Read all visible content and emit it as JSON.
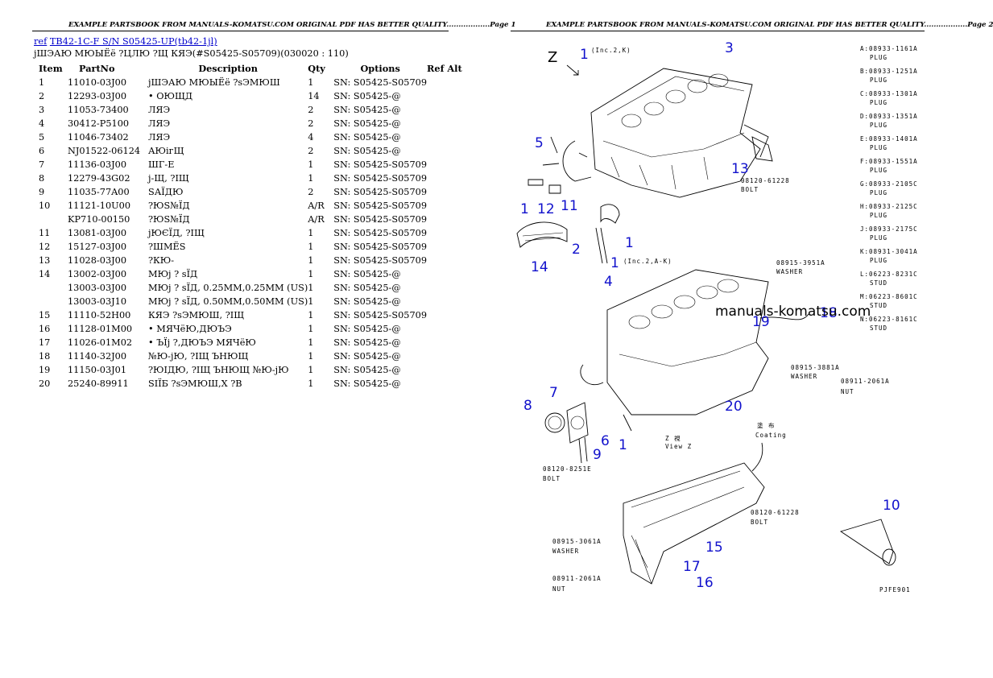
{
  "page1_header": "EXAMPLE PARTSBOOK FROM MANUALS-KOMATSU.COM ORIGINAL PDF HAS BETTER QUALITY..................Page 1",
  "page2_header": "EXAMPLE PARTSBOOK FROM MANUALS-KOMATSU.COM ORIGINAL PDF HAS BETTER QUALITY..................Page 2",
  "ref": {
    "prefix": "ref",
    "link": "TB42-1C-F S/N S05425-UP(tb42-1jl)"
  },
  "subtitle": "јШЭАЮ МЮЫЁё ?ЦЛЮ ?Щ КЯЭ(#S05425-S05709)(030020 : 110)",
  "columns": {
    "item": "Item",
    "partno": "PartNo",
    "description": "Description",
    "qty": "Qty",
    "options": "Options",
    "refalt": "Ref Alt"
  },
  "rows": [
    {
      "item": "1",
      "partno": "11010-03J00",
      "description": "јШЭАЮ МЮЫЁё ?sЭМЮШ",
      "qty": "1",
      "options": "SN: S05425-S05709"
    },
    {
      "item": "2",
      "partno": "12293-03J00",
      "description": "• ОЮЩД",
      "qty": "14",
      "options": "SN: S05425-@"
    },
    {
      "item": "3",
      "partno": "11053-73400",
      "description": "ЛЯЭ",
      "qty": "2",
      "options": "SN: S05425-@"
    },
    {
      "item": "4",
      "partno": "30412-P5100",
      "description": "ЛЯЭ",
      "qty": "2",
      "options": "SN: S05425-@"
    },
    {
      "item": "5",
      "partno": "11046-73402",
      "description": "ЛЯЭ",
      "qty": "4",
      "options": "SN: S05425-@"
    },
    {
      "item": "6",
      "partno": "NJ01522-06124",
      "description": "АЮiгЩ",
      "qty": "2",
      "options": "SN: S05425-@"
    },
    {
      "item": "7",
      "partno": "11136-03J00",
      "description": "ШГ-Е",
      "qty": "1",
      "options": "SN: S05425-S05709"
    },
    {
      "item": "8",
      "partno": "12279-43G02",
      "description": "ј-Щ, ?IЩ",
      "qty": "1",
      "options": "SN: S05425-S05709"
    },
    {
      "item": "9",
      "partno": "11035-77A00",
      "description": "SАЇДЮ",
      "qty": "2",
      "options": "SN: S05425-S05709"
    },
    {
      "item": "10",
      "partno": "11121-10U00",
      "description": "?ЮS№ЇД",
      "qty": "A/R",
      "options": "SN: S05425-S05709"
    },
    {
      "item": "",
      "partno": "KP710-00150",
      "description": "?ЮS№ЇД",
      "qty": "A/R",
      "options": "SN: S05425-S05709"
    },
    {
      "item": "11",
      "partno": "13081-03J00",
      "description": "јЮЄЇД, ?IЩ",
      "qty": "1",
      "options": "SN: S05425-S05709"
    },
    {
      "item": "12",
      "partno": "15127-03J00",
      "description": "?ШМЁS",
      "qty": "1",
      "options": "SN: S05425-S05709"
    },
    {
      "item": "13",
      "partno": "11028-03J00",
      "description": "?КЮ-",
      "qty": "1",
      "options": "SN: S05425-S05709"
    },
    {
      "item": "14",
      "partno": "13002-03J00",
      "description": "МЮj ? sЇД",
      "qty": "1",
      "options": "SN: S05425-@"
    },
    {
      "item": "",
      "partno": "13003-03J00",
      "description": "МЮj ? sЇД, 0.25MM,0.25MM (US)",
      "qty": "1",
      "options": "SN: S05425-@"
    },
    {
      "item": "",
      "partno": "13003-03J10",
      "description": "МЮj ? sЇД, 0.50MM,0.50MM (US)",
      "qty": "1",
      "options": "SN: S05425-@"
    },
    {
      "item": "15",
      "partno": "11110-52H00",
      "description": "КЯЭ ?sЭМЮШ, ?IЩ",
      "qty": "1",
      "options": "SN: S05425-S05709"
    },
    {
      "item": "16",
      "partno": "11128-01M00",
      "description": "• МЯЧёЮ,ДЮЪЭ",
      "qty": "1",
      "options": "SN: S05425-@"
    },
    {
      "item": "17",
      "partno": "11026-01M02",
      "description": "• ЪЇj ?,ДЮЪЭ МЯЧёЮ",
      "qty": "1",
      "options": "SN: S05425-@"
    },
    {
      "item": "18",
      "partno": "11140-32J00",
      "description": "№Ю-jЮ, ?IЩ ЪНЮЩ",
      "qty": "1",
      "options": "SN: S05425-@"
    },
    {
      "item": "19",
      "partno": "11150-03J01",
      "description": "?ЮIДЮ, ?IЩ ЪНЮЩ №Ю-jЮ",
      "qty": "1",
      "options": "SN: S05425-@"
    },
    {
      "item": "20",
      "partno": "25240-89911",
      "description": "SIЇБ ?sЭМЮШ,Х ?В",
      "qty": "1",
      "options": "SN: S05425-@"
    }
  ],
  "diagram": {
    "watermark": "manuals-komatsu.com",
    "callouts": [
      "1",
      "3",
      "5",
      "13",
      "1",
      "12",
      "11",
      "2",
      "1",
      "14",
      "1",
      "4",
      "19",
      "18",
      "8",
      "7",
      "6",
      "9",
      "1",
      "20",
      "10",
      "15",
      "17",
      "16"
    ],
    "legend": [
      {
        "code": "A:08933-1161A",
        "name": "PLUG"
      },
      {
        "code": "B:08933-1251A",
        "name": "PLUG"
      },
      {
        "code": "C:08933-1301A",
        "name": "PLUG"
      },
      {
        "code": "D:08933-1351A",
        "name": "PLUG"
      },
      {
        "code": "E:08933-1401A",
        "name": "PLUG"
      },
      {
        "code": "F:08933-1551A",
        "name": "PLUG"
      },
      {
        "code": "G:08933-2105C",
        "name": "PLUG"
      },
      {
        "code": "H:08933-2125C",
        "name": "PLUG"
      },
      {
        "code": "J:08933-2175C",
        "name": "PLUG"
      },
      {
        "code": "K:08931-3041A",
        "name": "PLUG"
      },
      {
        "code": "L:06223-8231C",
        "name": "STUD"
      },
      {
        "code": "M:06223-8601C",
        "name": "STUD"
      },
      {
        "code": "N:06223-8161C",
        "name": "STUD"
      }
    ],
    "labels": {
      "inc_2k": "(Inc.2,K)",
      "inc_2ak": "(Inc.2,A-K)",
      "bolt1_code": "08120-61228",
      "bolt1_name": "BOLT",
      "washer1_code": "08915-3951A",
      "washer1_name": "WASHER",
      "washer2_code": "08915-3881A",
      "washer2_name": "WASHER",
      "nut1_code": "08911-2061A",
      "nut1_name": "NUT",
      "bolt2_code": "08120-8251E",
      "bolt2_name": "BOLT",
      "view_z_jp": "Z  視",
      "view_z": "View Z",
      "coating_jp": "塗 布",
      "coating": "Coating",
      "bolt3_code": "08120-61228",
      "bolt3_name": "BOLT",
      "washer3_code": "08915-3061A",
      "washer3_name": "WASHER",
      "nut2_code": "08911-2061A",
      "nut2_name": "NUT",
      "z_mark": "Z",
      "fig_id": "PJFE901"
    }
  }
}
